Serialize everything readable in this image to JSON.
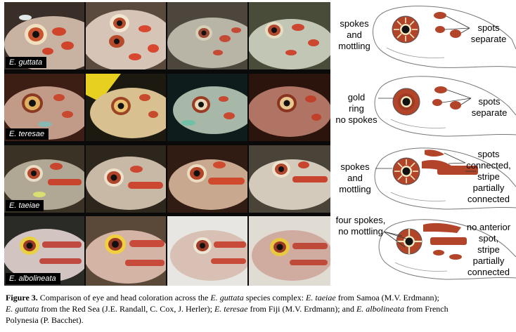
{
  "figure": {
    "species_labels": [
      "E. guttata",
      "E. teresae",
      "E. taeiae",
      "E. albolineata"
    ],
    "annotations": {
      "row1_left": [
        "spokes",
        "and",
        "mottling"
      ],
      "row1_right": [
        "spots",
        "separate"
      ],
      "row2_left": [
        "gold",
        "ring",
        "no spokes"
      ],
      "row2_right": [
        "spots",
        "separate"
      ],
      "row3_left": [
        "spokes",
        "and",
        "mottling"
      ],
      "row3_right": [
        "spots",
        "connected,",
        "stripe",
        "partially",
        "connected"
      ],
      "row4_left": [
        "four spokes,",
        "no mottling"
      ],
      "row4_right": [
        "no anterior",
        "spot,",
        "stripe",
        "partially",
        "connected"
      ]
    },
    "colors": {
      "spot_red": "#b2442a",
      "line": "#6b6b6b",
      "photo_bg": "#0a0a0a"
    }
  },
  "caption": {
    "label": "Figure 3.",
    "t1": " Comparison of eye and head coloration across the ",
    "sp_complex": "E. guttata",
    "t2": " species complex: ",
    "sp1": "E. taeiae",
    "t3": " from Samoa (M.V. Erdmann);",
    "sp2": "E. guttata",
    "t4": " from the Red Sea (J.E. Randall, C. Cox, J. Herler); ",
    "sp3": "E. teresae",
    "t5": " from Fiji (M.V. Erdmann); and ",
    "sp4": "E. albolineata",
    "t6": " from French",
    "t7": "Polynesia (P. Bacchet)."
  }
}
